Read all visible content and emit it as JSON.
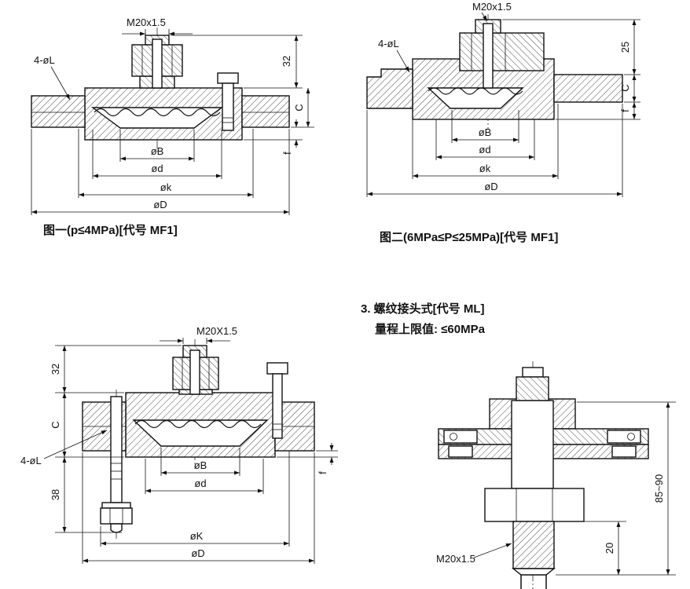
{
  "page": {
    "background": "#ffffff",
    "ink": "#111111"
  },
  "fig1": {
    "caption": "图一(p≤4MPa)[代号 MF1]",
    "thread_label": "M20x1.5",
    "holes_label": "4-øL",
    "dims": {
      "h32": "32",
      "C": "C",
      "f": "f",
      "B": "øB",
      "d": "ød",
      "k": "øk",
      "D": "øD"
    }
  },
  "fig2": {
    "caption": "图二(6MPa≤P≤25MPa)[代号 MF1]",
    "thread_label": "M20x1.5",
    "holes_label": "4-øL",
    "dims": {
      "h25": "25",
      "C": "C",
      "f": "f",
      "B": "øB",
      "d": "ød",
      "k": "øk",
      "D": "øD"
    }
  },
  "fig3": {
    "thread_label": "M20X1.5",
    "holes_label": "4-øL",
    "dims": {
      "h32": "32",
      "C": "C",
      "h38": "38",
      "B": "øB",
      "d": "ød",
      "K": "øK",
      "D": "øD",
      "f": "f"
    }
  },
  "fig4": {
    "heading_line1": "3. 螺纹接头式[代号 ML]",
    "heading_line2": "量程上限值: ≤60MPa",
    "thread_label": "M20x1.5",
    "dims": {
      "h85_90": "85~90",
      "h20": "20"
    }
  }
}
